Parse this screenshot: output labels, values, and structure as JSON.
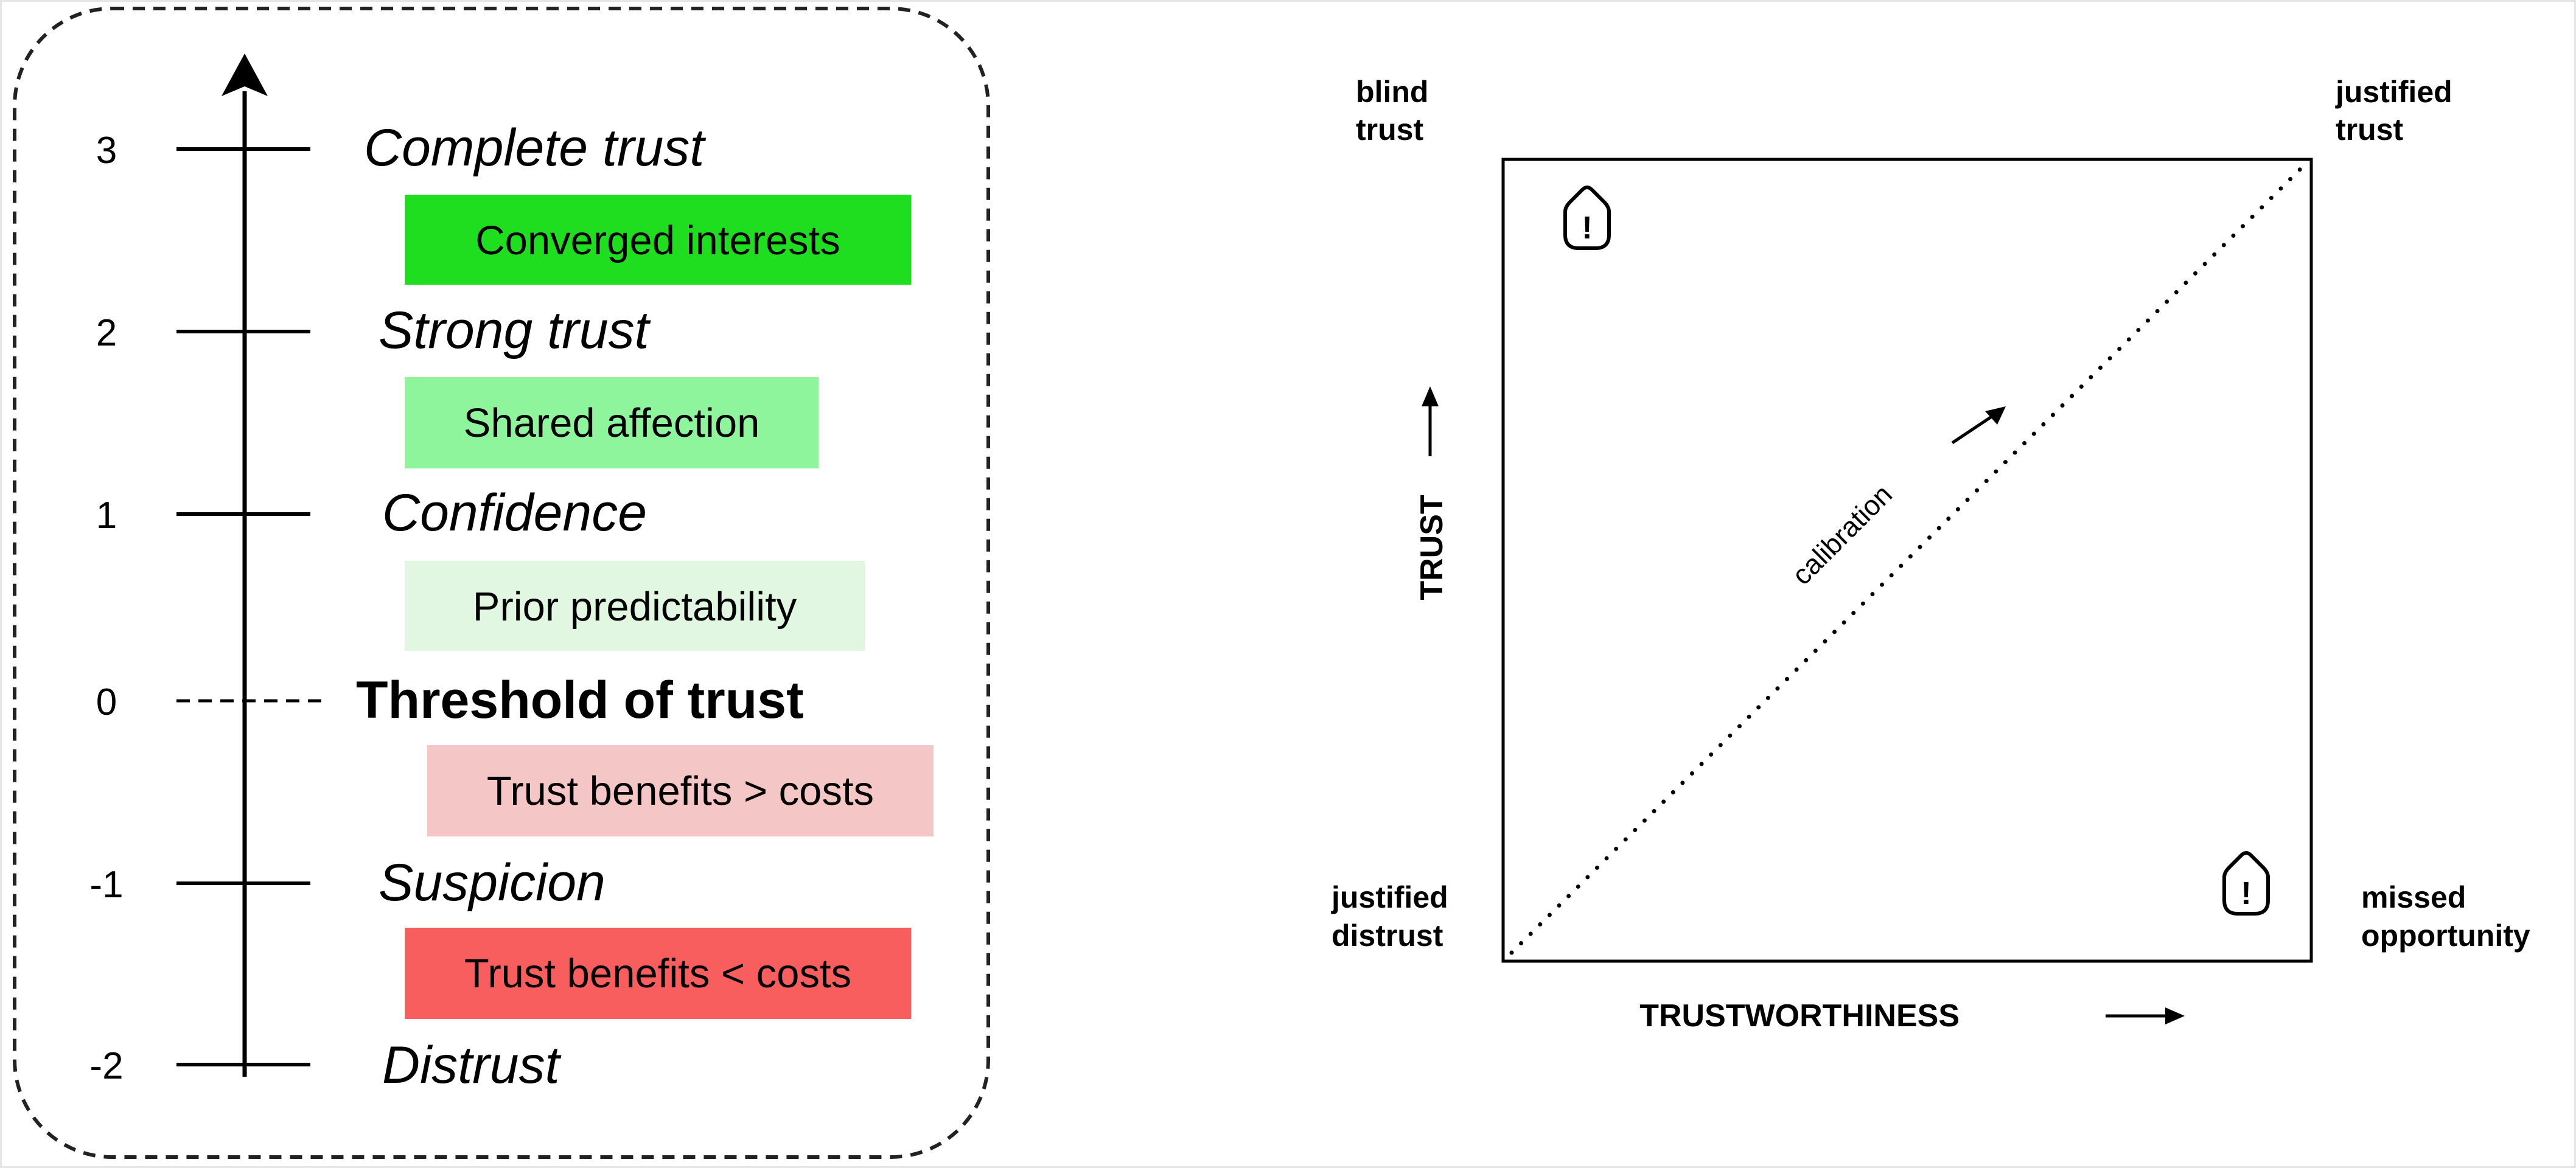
{
  "left_panel": {
    "levels": [
      {
        "num": "3",
        "name": "Complete trust"
      },
      {
        "num": "2",
        "name": "Strong trust"
      },
      {
        "num": "1",
        "name": "Confidence"
      },
      {
        "num": "0",
        "name": "Threshold of trust"
      },
      {
        "num": "-1",
        "name": "Suspicion"
      },
      {
        "num": "-2",
        "name": "Distrust"
      }
    ],
    "boxes": [
      {
        "label": "Converged interests",
        "color": "#1fdd1f"
      },
      {
        "label": "Shared affection",
        "color": "#8ff59d"
      },
      {
        "label": "Prior predictability",
        "color": "#e1f7e1"
      },
      {
        "label": "Trust benefits > costs",
        "color": "#f5c6c6"
      },
      {
        "label": "Trust benefits < costs",
        "color": "#f85e5e"
      }
    ]
  },
  "right_panel": {
    "corners": {
      "top_left": [
        "blind",
        "trust"
      ],
      "top_right": [
        "justified",
        "trust"
      ],
      "bottom_left": [
        "justified",
        "distrust"
      ],
      "bottom_right": [
        "missed",
        "opportunity"
      ]
    },
    "y_axis_label": "TRUST",
    "x_axis_label": "TRUSTWORTHINESS",
    "diagonal_label": "calibration",
    "icons": [
      "warning-icon",
      "warning-icon"
    ]
  }
}
